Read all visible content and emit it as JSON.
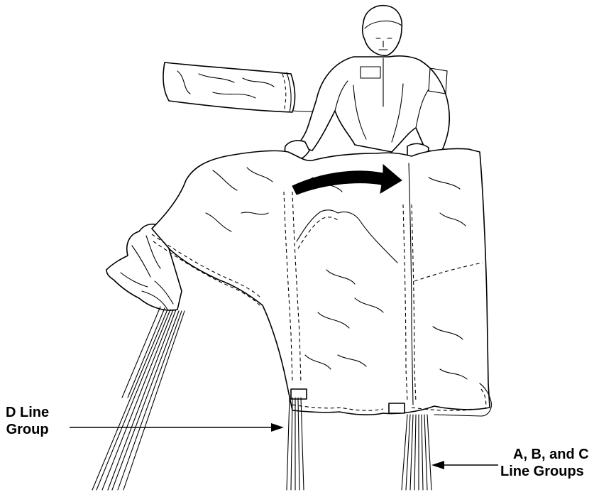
{
  "labels": {
    "d_line_group_line1": "D Line",
    "d_line_group_line2": "Group",
    "abc_line_groups_line1": "A, B, and C",
    "abc_line_groups_line2": "Line Groups"
  }
}
